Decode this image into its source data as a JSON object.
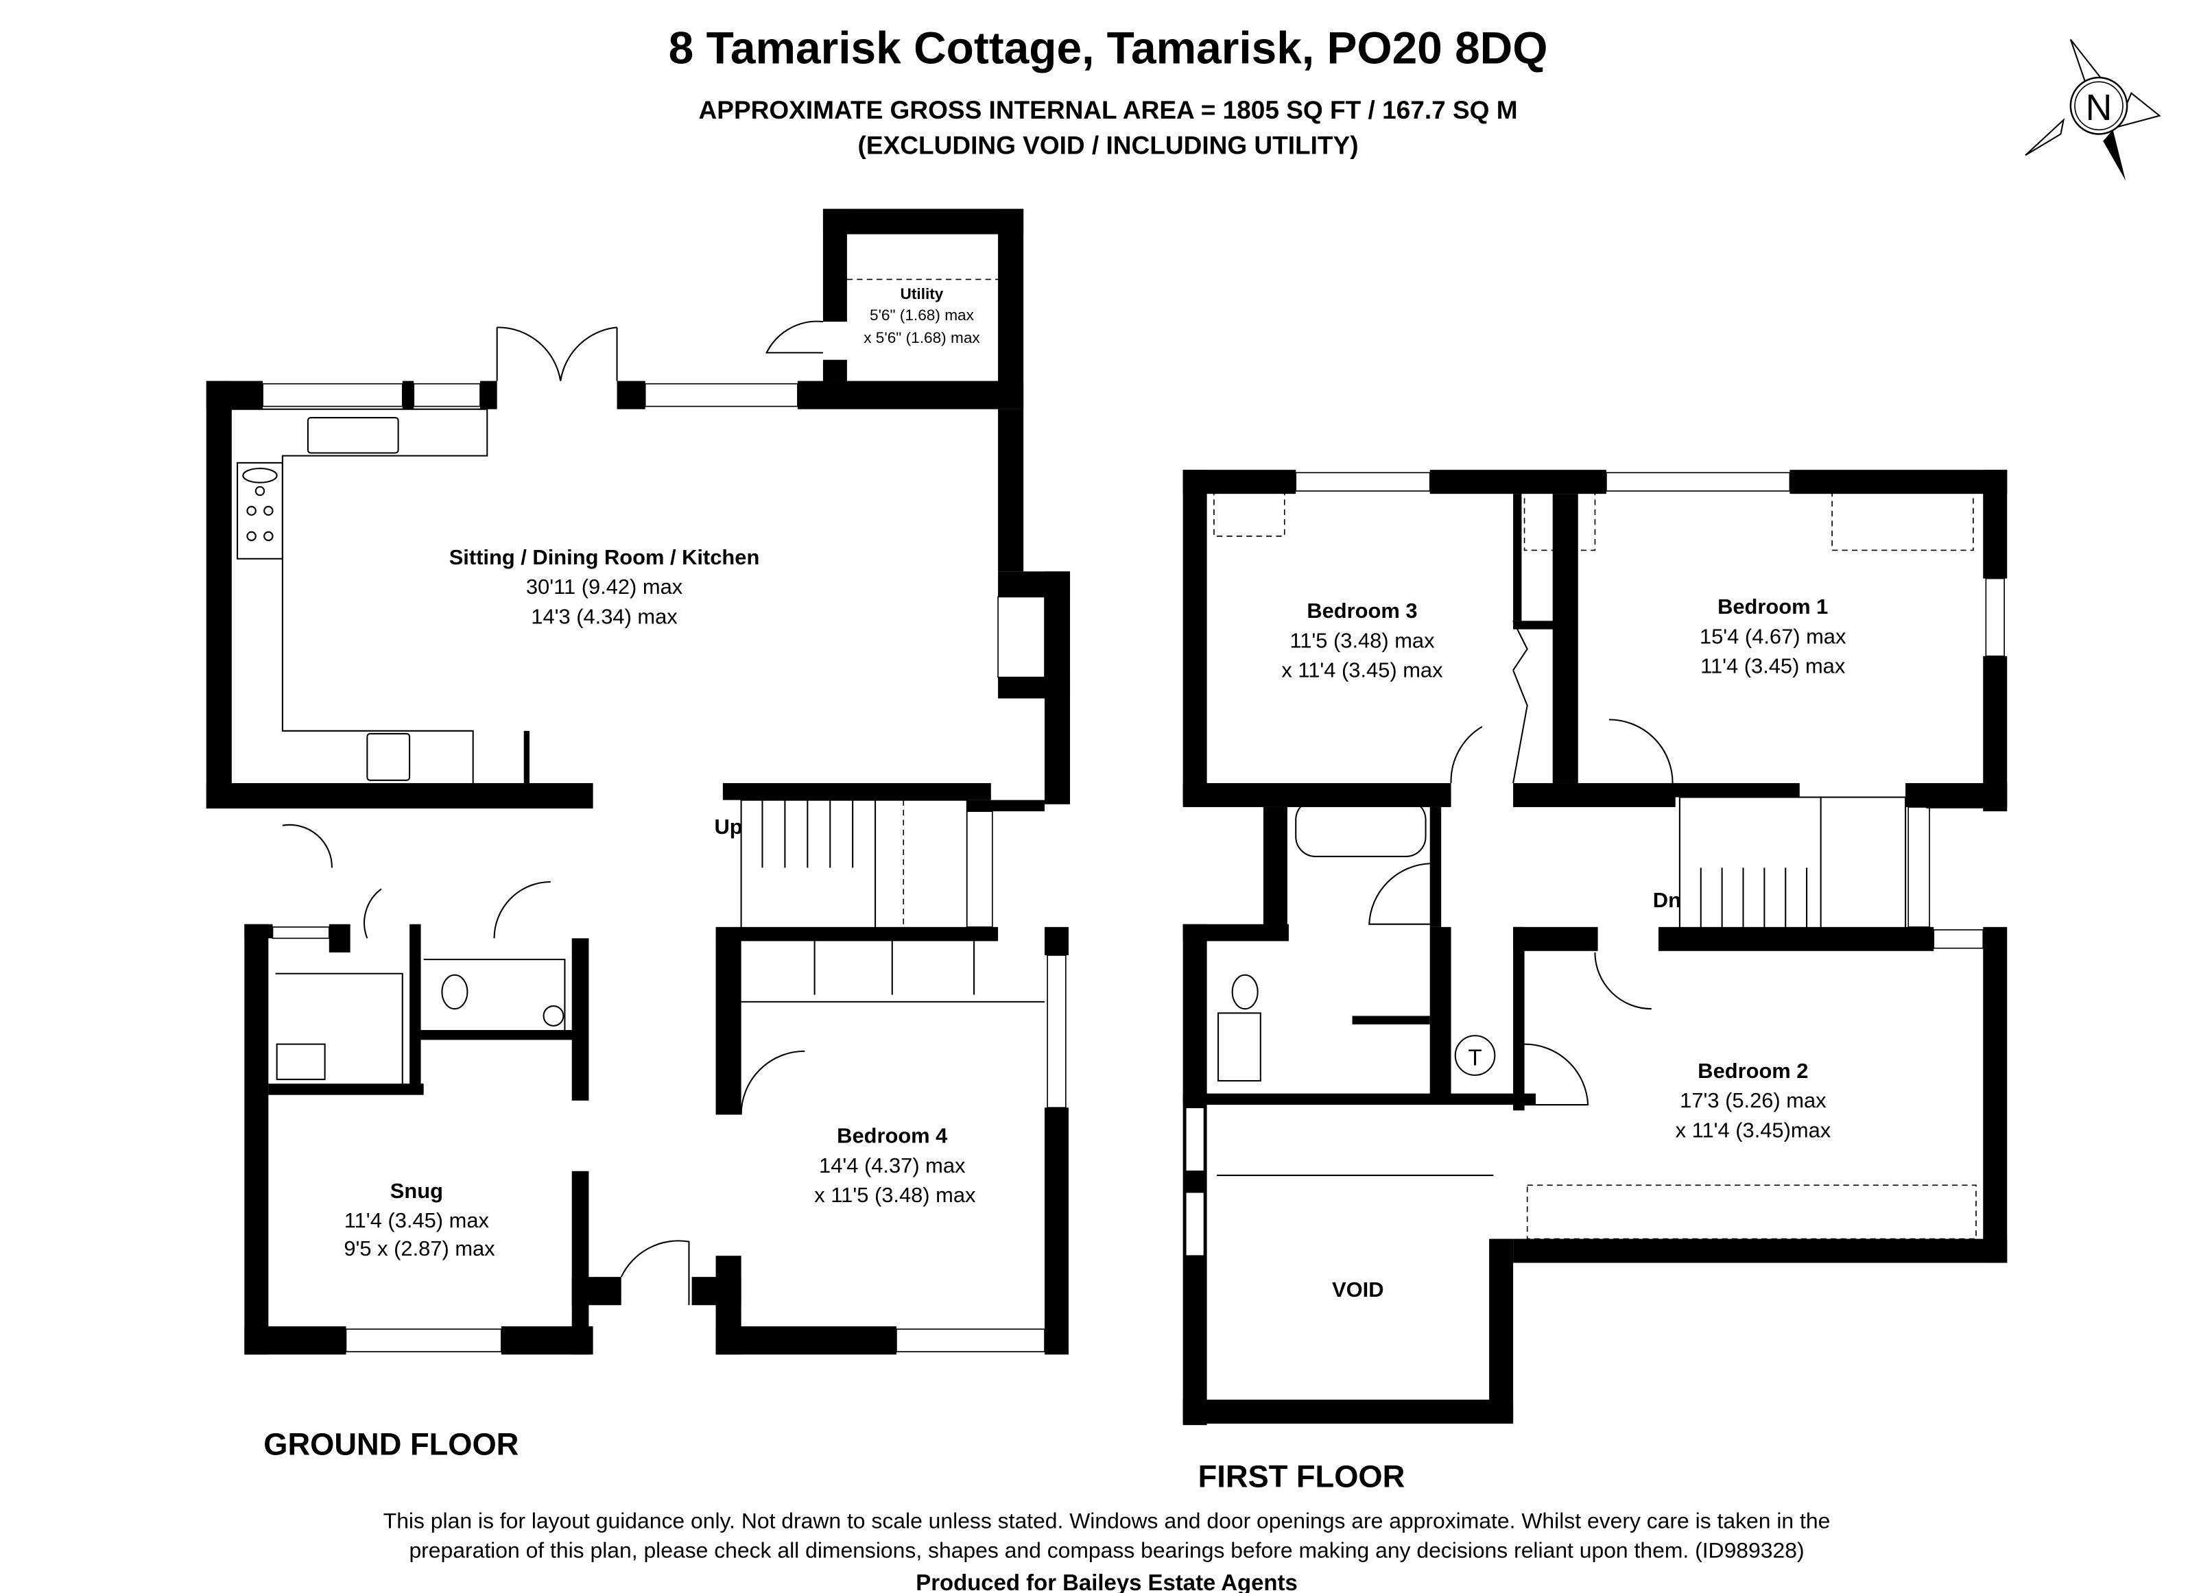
{
  "header": {
    "title": "8 Tamarisk Cottage, Tamarisk, PO20 8DQ",
    "area": "APPROXIMATE GROSS INTERNAL AREA = 1805 SQ FT / 167.7 SQ M",
    "note": "(EXCLUDING VOID / INCLUDING UTILITY)"
  },
  "compass": {
    "label": "N"
  },
  "ground_floor": {
    "label": "GROUND FLOOR",
    "stairs_label": "Up",
    "rooms": [
      {
        "name": "Sitting / Dining Room / Kitchen",
        "dim1": "30'11 (9.42) max",
        "dim2": "14'3 (4.34) max"
      },
      {
        "name": "Utility",
        "dim1": "5'6\" (1.68) max",
        "dim2": "x 5'6\" (1.68) max"
      },
      {
        "name": "Snug",
        "dim1": "11'4 (3.45) max",
        "dim2": "9'5 x (2.87) max"
      },
      {
        "name": "Bedroom 4",
        "dim1": "14'4 (4.37) max",
        "dim2": "x 11'5 (3.48) max"
      }
    ]
  },
  "first_floor": {
    "label": "FIRST FLOOR",
    "stairs_label": "Dn",
    "tank_label": "T",
    "rooms": [
      {
        "name": "Bedroom 3",
        "dim1": "11'5 (3.48) max",
        "dim2": "x 11'4 (3.45) max"
      },
      {
        "name": "Bedroom 1",
        "dim1": "15'4 (4.67) max",
        "dim2": "11'4 (3.45) max"
      },
      {
        "name": "Bedroom 2",
        "dim1": "17'3 (5.26) max",
        "dim2": "x 11'4 (3.45)max"
      },
      {
        "name": "VOID"
      }
    ]
  },
  "footer": {
    "disclaimer1": "This plan is for layout guidance only. Not drawn to scale unless stated. Windows and door openings are approximate. Whilst every care is taken in the",
    "disclaimer2": "preparation of this plan, please check all dimensions, shapes and compass bearings before making any decisions reliant upon them. (ID989328)",
    "produced": "Produced for Baileys Estate Agents"
  }
}
